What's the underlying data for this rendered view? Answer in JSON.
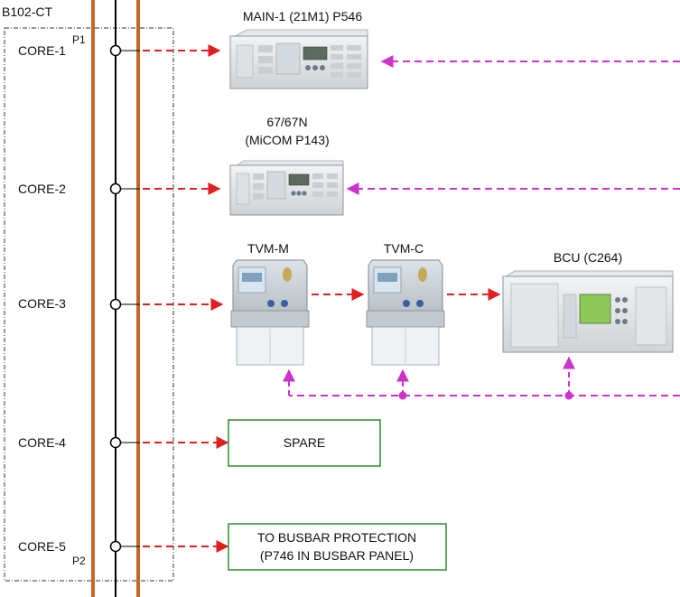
{
  "ct": {
    "title": "B102-CT",
    "p1": "P1",
    "p2": "P2",
    "cores": [
      "CORE-1",
      "CORE-2",
      "CORE-3",
      "CORE-4",
      "CORE-5"
    ]
  },
  "devices": {
    "main1": {
      "label": "MAIN-1 (21M1) P546"
    },
    "p143": {
      "label_line1": "67/67N",
      "label_line2": "(MiCOM P143)"
    },
    "tvm_m": {
      "label": "TVM-M"
    },
    "tvm_c": {
      "label": "TVM-C"
    },
    "bcu": {
      "label": "BCU (C264)"
    }
  },
  "boxes": {
    "spare": {
      "label": "SPARE"
    },
    "busbar": {
      "line1": "TO BUSBAR PROTECTION",
      "line2": "(P746 IN BUSBAR PANEL)"
    }
  },
  "colors": {
    "ct_bar": "#c8662a",
    "ct_line": "#000000",
    "current_arrow": "#e02020",
    "voltage_arrow": "#cc33cc",
    "box_border": "#2e8b2e"
  }
}
